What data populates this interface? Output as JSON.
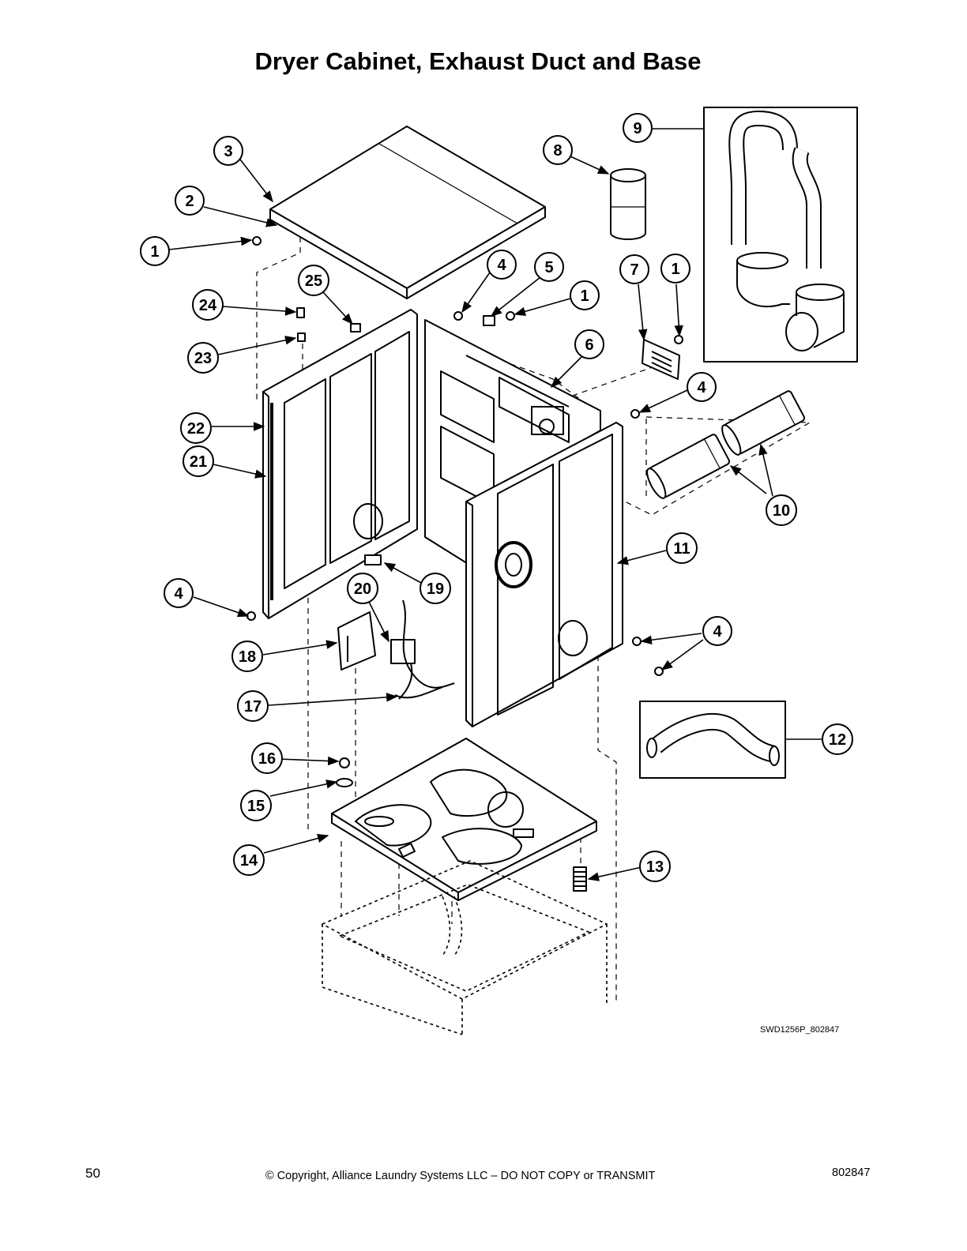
{
  "page": {
    "title": "Dryer Cabinet, Exhaust Duct and Base",
    "drawing_id": "SWD1256P_802847",
    "page_number": "50",
    "copyright": "© Copyright, Alliance Laundry Systems LLC – DO NOT COPY or TRANSMIT",
    "document_number": "802847"
  },
  "callouts": {
    "c3": "3",
    "c2": "2",
    "c1a": "1",
    "c8": "8",
    "c9": "9",
    "c4a": "4",
    "c5": "5",
    "c1b": "1",
    "c7": "7",
    "c1c": "1",
    "c25": "25",
    "c24": "24",
    "c23": "23",
    "c6": "6",
    "c4b": "4",
    "c22": "22",
    "c21": "21",
    "c10": "10",
    "c11": "11",
    "c4c": "4",
    "c20": "20",
    "c19": "19",
    "c4d": "4",
    "c18": "18",
    "c17": "17",
    "c12": "12",
    "c16": "16",
    "c15": "15",
    "c14": "14",
    "c13": "13"
  }
}
